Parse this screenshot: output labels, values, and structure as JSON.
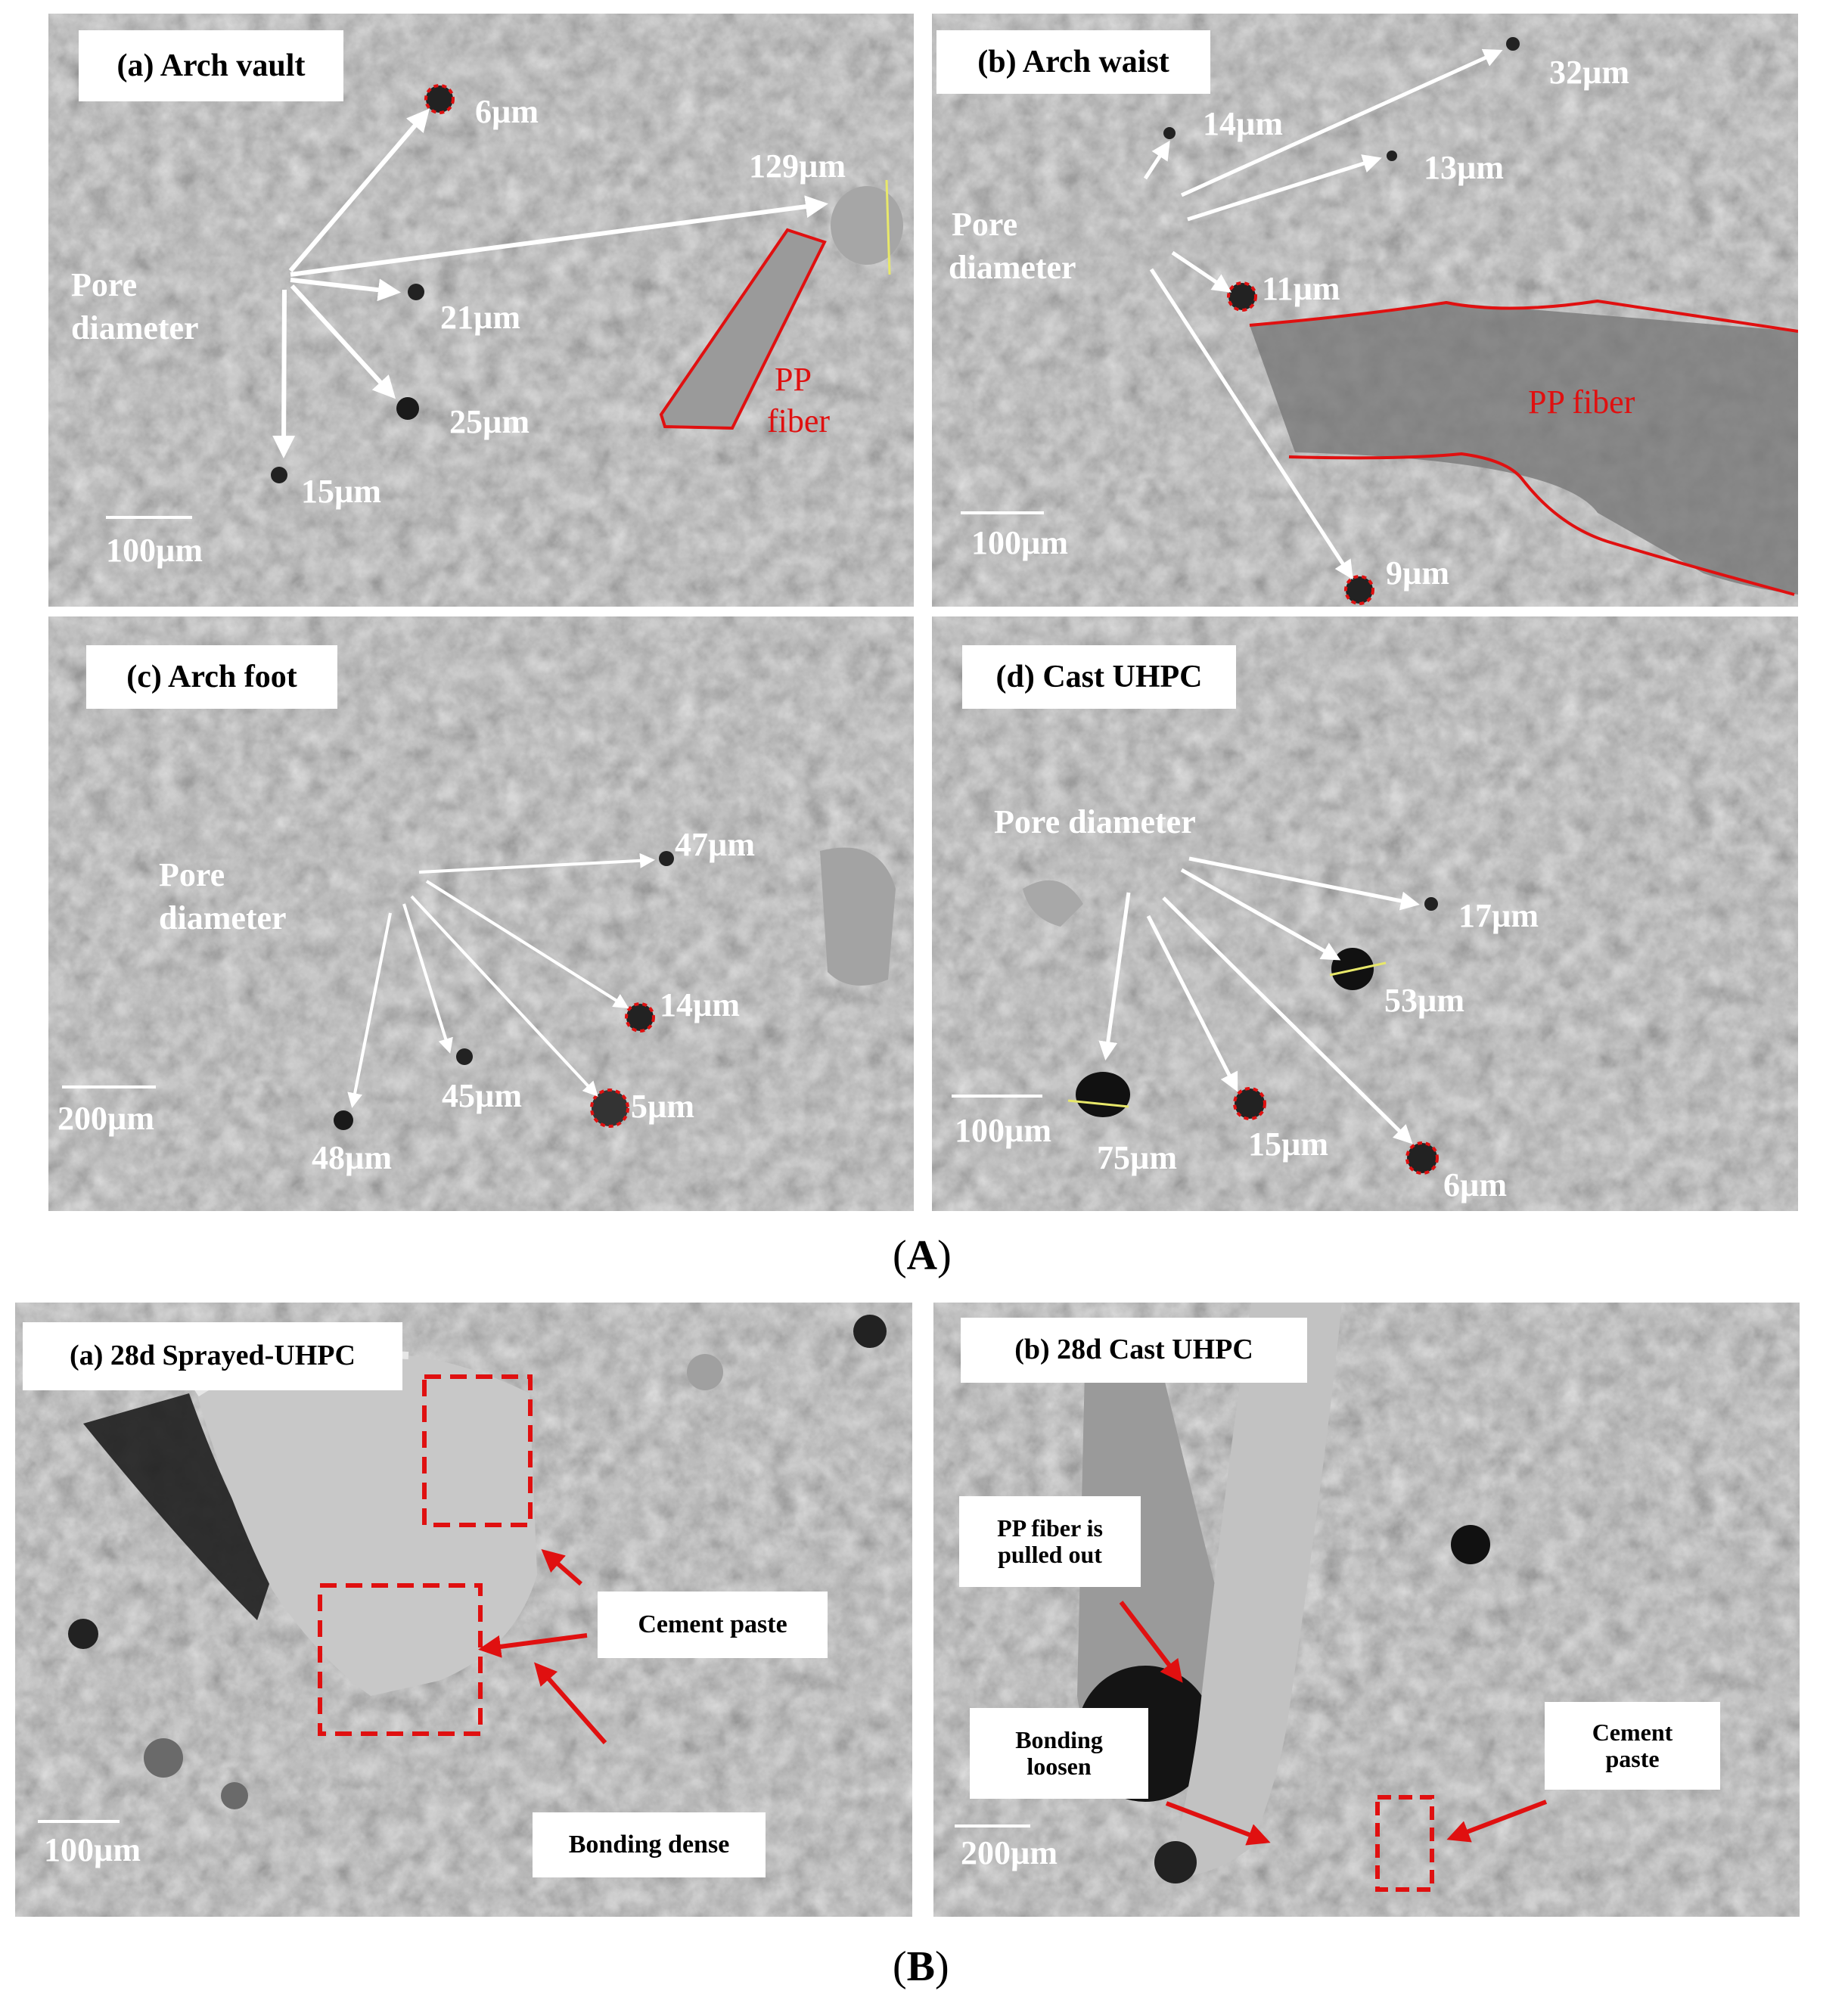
{
  "colors": {
    "background": "#ffffff",
    "sem_gray": "#8a8a8a",
    "annotation_white": "#ffffff",
    "annotation_red": "#e01010"
  },
  "figure_A": {
    "caption_open": "(",
    "caption_letter": "A",
    "caption_close": ")",
    "panels": {
      "a": {
        "title": "(a) Arch vault",
        "pore_line1": "Pore",
        "pore_line2": "diameter",
        "fiber_line1": "PP",
        "fiber_line2": "fiber",
        "scale": "100µm",
        "pores": [
          "6µm",
          "129µm",
          "21µm",
          "25µm",
          "15µm"
        ]
      },
      "b": {
        "title": "(b) Arch waist",
        "pore_line1": "Pore",
        "pore_line2": "diameter",
        "fiber": "PP fiber",
        "scale": "100µm",
        "pores": [
          "14µm",
          "32µm",
          "13µm",
          "11µm",
          "9µm"
        ]
      },
      "c": {
        "title": "(c) Arch foot",
        "pore_line1": "Pore",
        "pore_line2": "diameter",
        "scale": "200µm",
        "pores": [
          "47µm",
          "14µm",
          "45µm",
          "5µm",
          "48µm"
        ]
      },
      "d": {
        "title": "(d) Cast UHPC",
        "pore": "Pore diameter",
        "scale": "100µm",
        "pores": [
          "17µm",
          "53µm",
          "75µm",
          "15µm",
          "6µm"
        ]
      }
    }
  },
  "figure_B": {
    "caption_open": "(",
    "caption_letter": "B",
    "caption_close": ")",
    "panels": {
      "a": {
        "title": "(a) 28d Sprayed-UHPC",
        "cement": "Cement paste",
        "bonding": "Bonding dense",
        "scale": "100µm"
      },
      "b": {
        "title": "(b) 28d Cast UHPC",
        "pulled_line1": "PP fiber is",
        "pulled_line2": "pulled out",
        "loosen_line1": "Bonding",
        "loosen_line2": "loosen",
        "cement_line1": "Cement",
        "cement_line2": "paste",
        "scale": "200µm"
      }
    }
  }
}
